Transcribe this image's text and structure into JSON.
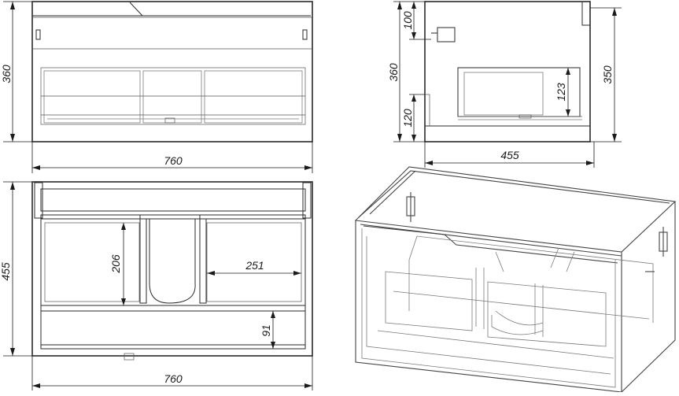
{
  "dimensions": {
    "front_width": "760",
    "front_height": "360",
    "side_depth": "455",
    "side_height": "360",
    "side_inner_height": "350",
    "side_top_offset": "100",
    "side_bottom_offset": "120",
    "side_drawer_height": "123",
    "plan_width": "760",
    "plan_depth": "455",
    "plan_inner_depth": "206",
    "plan_inner_width": "251",
    "plan_bottom_gap": "91"
  }
}
